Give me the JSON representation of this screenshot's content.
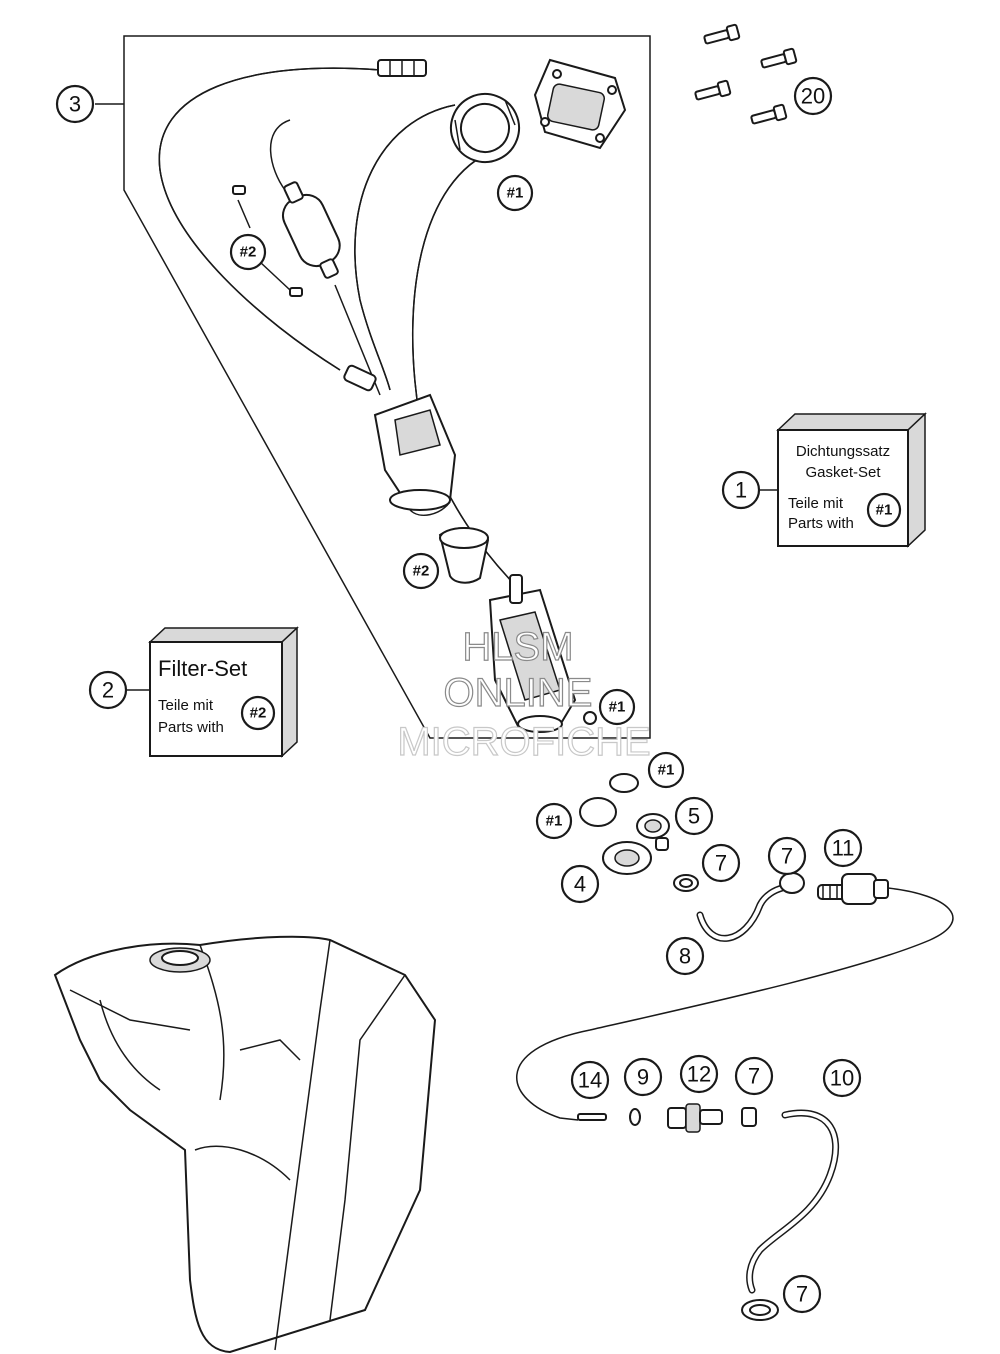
{
  "callouts": {
    "c3": "3",
    "c20": "20",
    "c1": "1",
    "c2": "2",
    "c5": "5",
    "c4": "4",
    "c7a": "7",
    "c7b": "7",
    "c11": "11",
    "c8": "8",
    "c14": "14",
    "c9": "9",
    "c12": "12",
    "c7c": "7",
    "c10": "10",
    "c7d": "7"
  },
  "tags": {
    "t1a": "#1",
    "t2a": "#2",
    "t2b": "#2",
    "t1b": "#1",
    "t1c": "#1",
    "t1d": "#1",
    "t1box": "#1",
    "t2box": "#2"
  },
  "gasket_box": {
    "line1": "Dichtungssatz",
    "line2": "Gasket-Set",
    "line3": "Teile mit",
    "line4": "Parts with"
  },
  "filter_box": {
    "line1": "Filter-Set",
    "line3": "Teile mit",
    "line4": "Parts with"
  },
  "watermark": {
    "line1": "HLSM",
    "line2": "ONLINE",
    "line3": "MICROFICHE"
  }
}
